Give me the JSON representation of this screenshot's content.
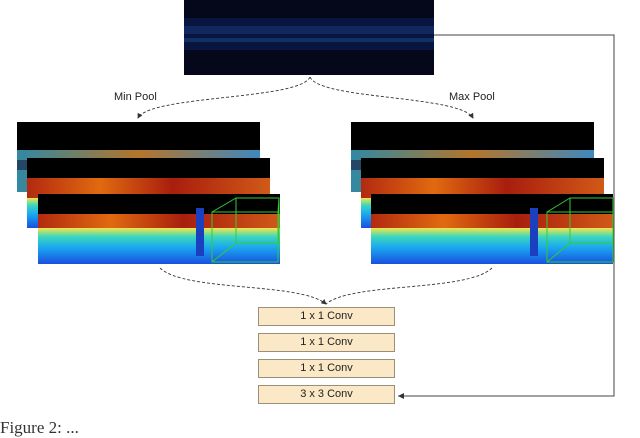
{
  "labels": {
    "min_pool": "Min Pool",
    "max_pool": "Max Pool"
  },
  "conv_layers": [
    "1 x 1 Conv",
    "1 x 1 Conv",
    "1 x 1 Conv",
    "3 x 3 Conv"
  ],
  "caption": "Figure 2: ...",
  "colors": {
    "depth_dark": "#050a1f",
    "sky": "#000000",
    "ground_blue": "#1a8cff",
    "conv_fill": "#fbe8c6",
    "highlight_box": "#33cc33"
  }
}
